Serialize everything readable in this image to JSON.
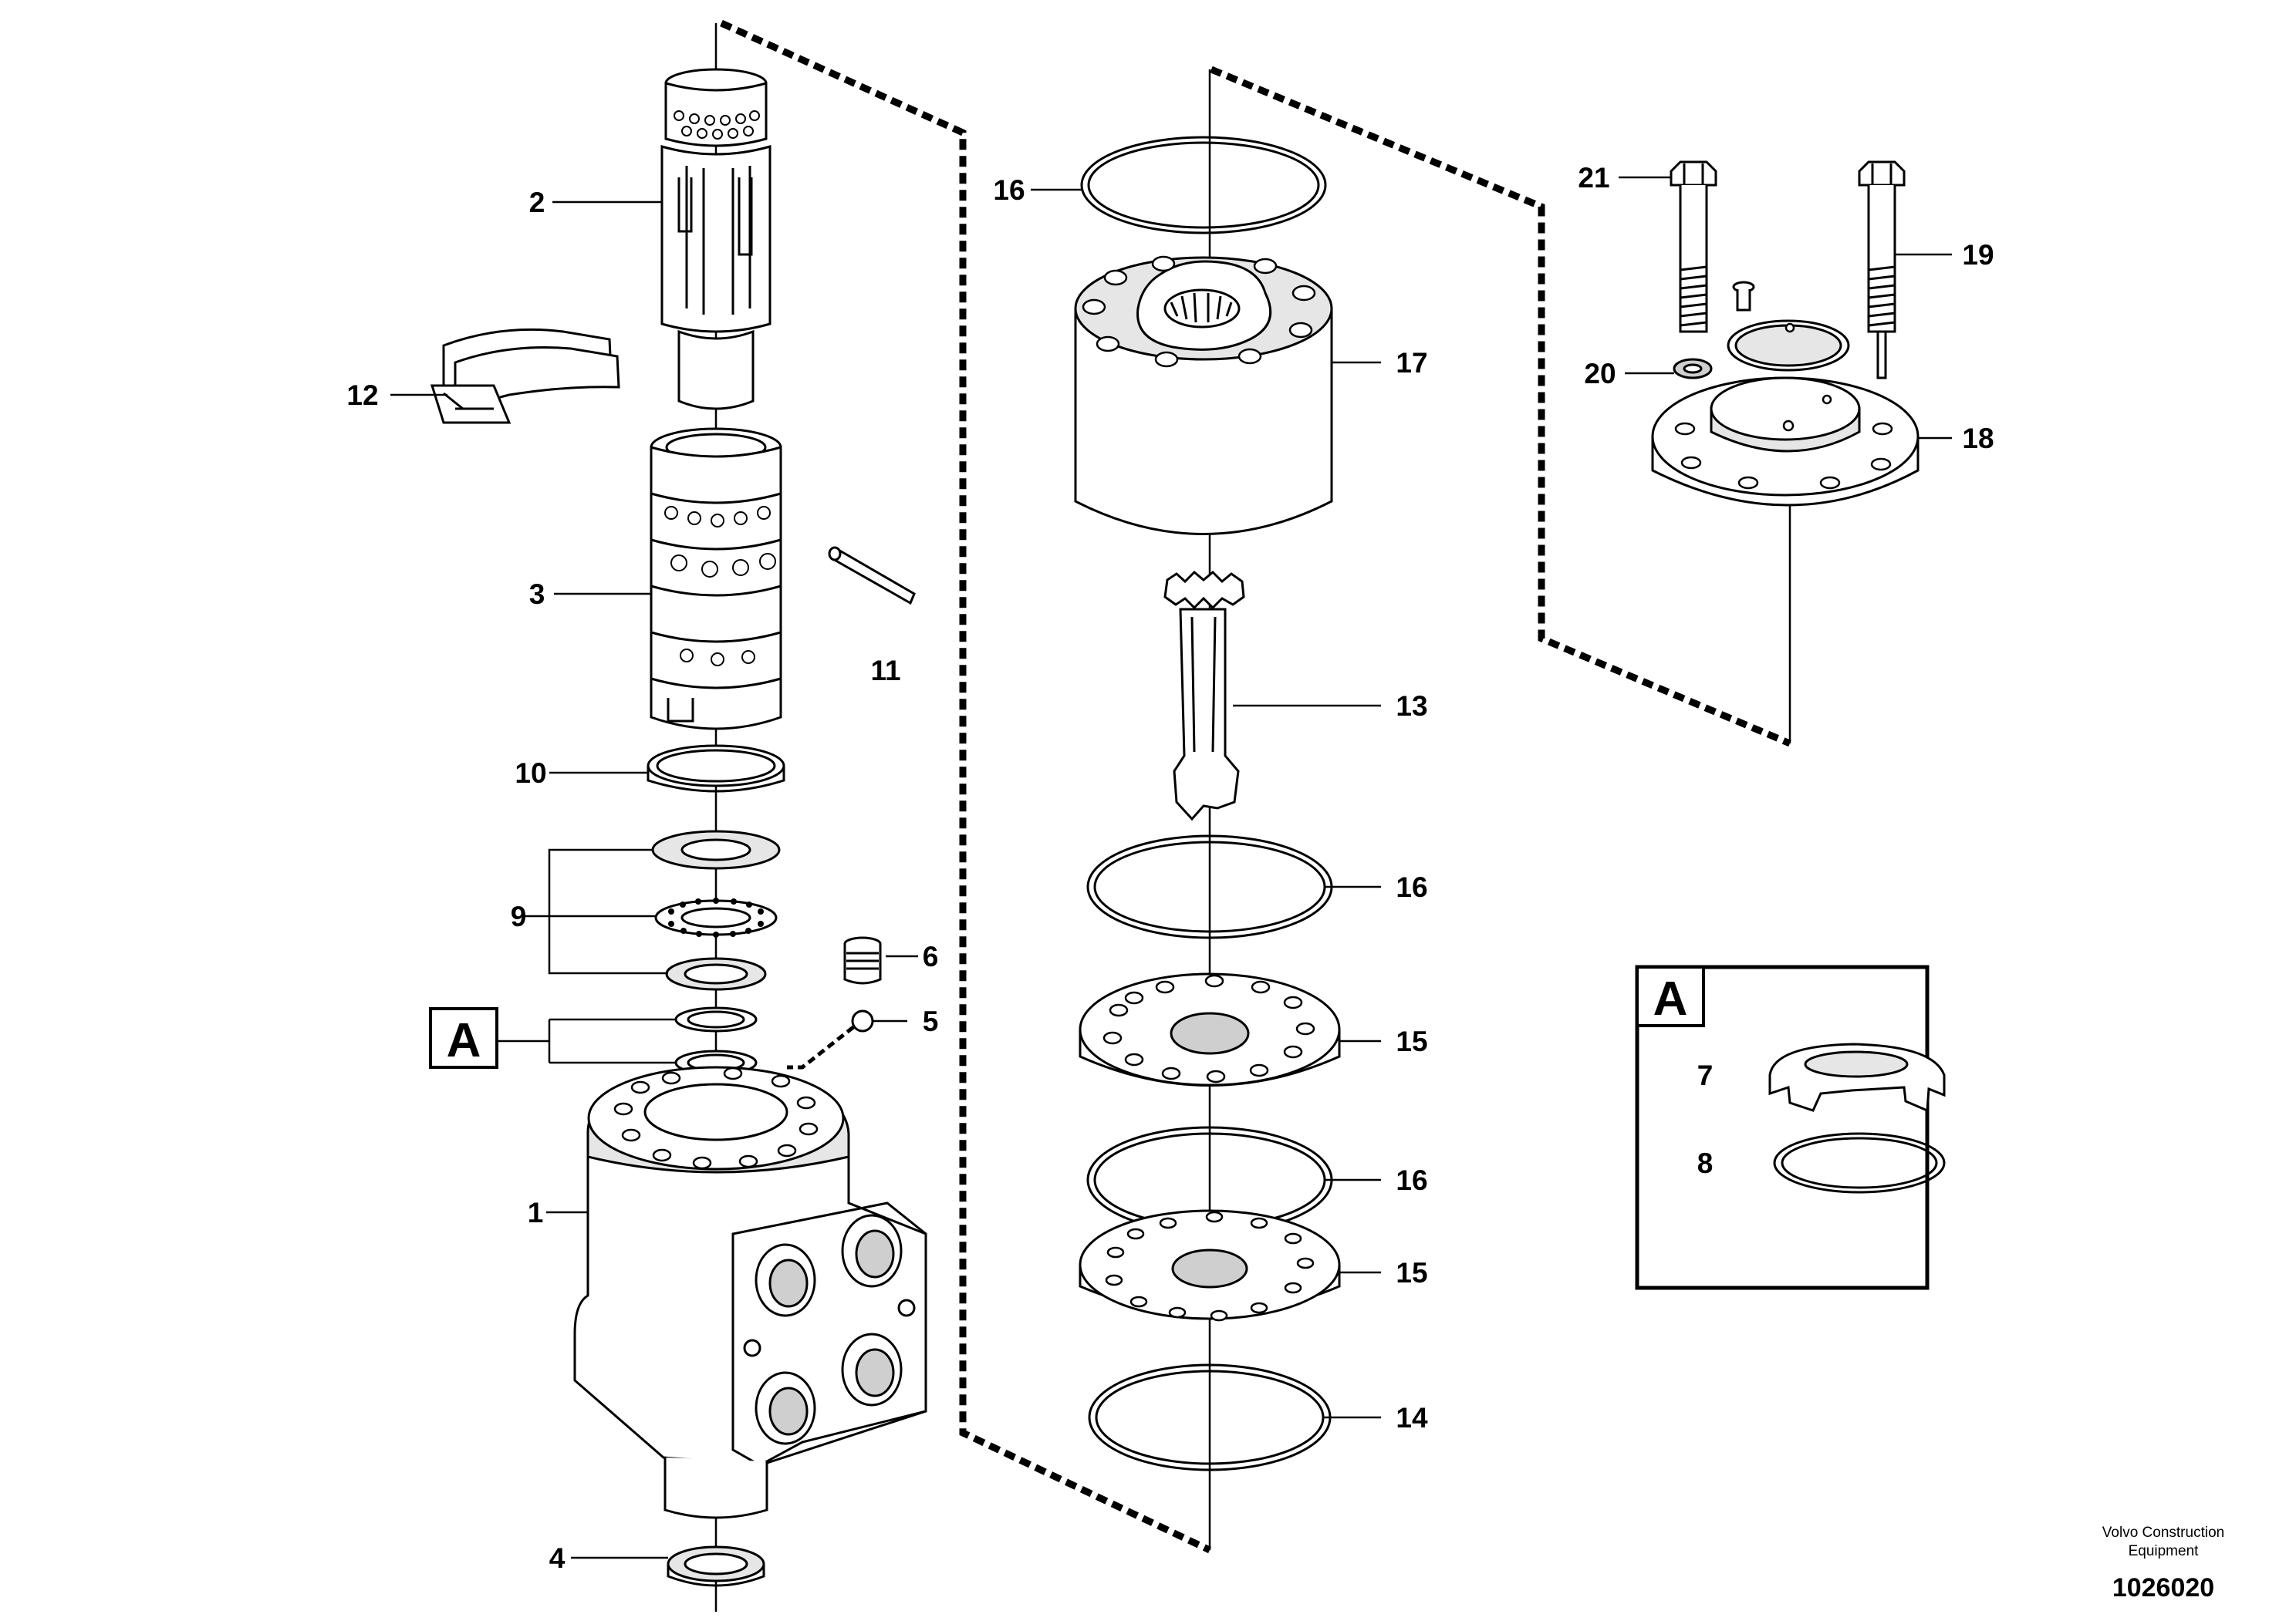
{
  "diagram": {
    "callouts": {
      "c1": "1",
      "c2": "2",
      "c3": "3",
      "c4": "4",
      "c5": "5",
      "c6": "6",
      "c7": "7",
      "c8": "8",
      "c9": "9",
      "c10": "10",
      "c11": "11",
      "c12": "12",
      "c13": "13",
      "c14": "14",
      "c15a": "15",
      "c15b": "15",
      "c16a": "16",
      "c16b": "16",
      "c16c": "16",
      "c17": "17",
      "c18": "18",
      "c19": "19",
      "c20": "20",
      "c21": "21"
    },
    "detail_box_label": "A",
    "detail_ref_label": "A"
  },
  "footer": {
    "company_line1": "Volvo Construction",
    "company_line2": "Equipment",
    "document_number": "1026020"
  }
}
